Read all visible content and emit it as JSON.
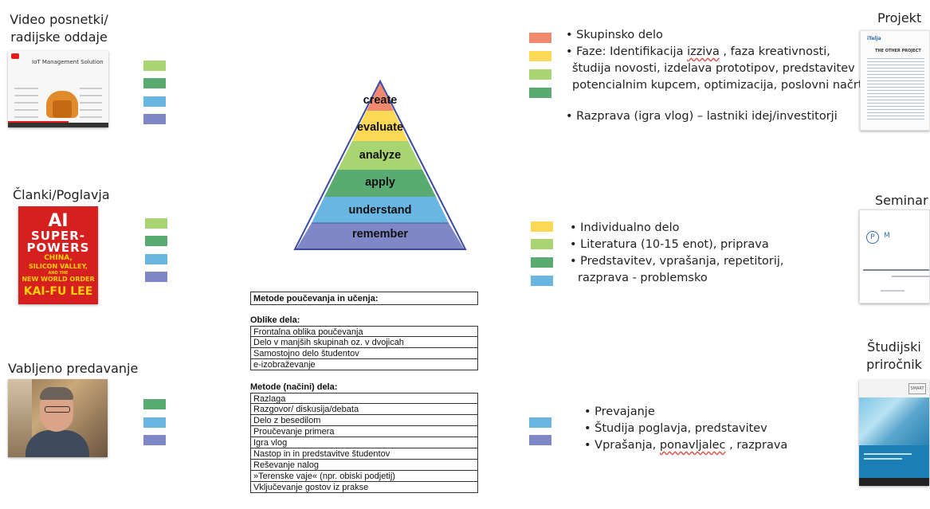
{
  "left": {
    "video_label": [
      "Video posnetki/",
      "radijske oddaje"
    ],
    "video_thumb": {
      "title": "IoT Management Solution"
    },
    "articles_label": "Članki/Poglavja",
    "book": {
      "ai": "AI",
      "super": "SUPER-",
      "powers": "POWERS",
      "sub1": "CHINA,",
      "sub2": "SILICON VALLEY,",
      "sub3": "AND THE",
      "sub4": "NEW WORLD ORDER",
      "author": "KAI-FU LEE"
    },
    "guest_label": "Vabljeno predavanje"
  },
  "colors": {
    "create": "#f08a6e",
    "evaluate": "#fbd957",
    "analyze": "#a8d472",
    "apply": "#5aab72",
    "understand": "#6ab6e2",
    "remember": "#7f87c6"
  },
  "pyramid": {
    "levels": [
      "create",
      "evaluate",
      "analyze",
      "apply",
      "understand",
      "remember"
    ]
  },
  "right": {
    "projekt_label": "Projekt",
    "projekt_doc": {
      "logo": "iTelja",
      "heading": "THE OTHER PROJECT"
    },
    "seminar_label": "Seminar",
    "seminar_doc": {
      "p": "P",
      "m": "M"
    },
    "prirocnik_label": [
      "Študijski",
      "priročnik"
    ],
    "prirocnik_doc": {
      "logo": "SMART"
    }
  },
  "bullets_top": {
    "line1": "• Skupinsko delo",
    "line2a": "• Faze: Identifikacija ",
    "line2u": "izziva",
    "line2b": " , faza kreativnosti,",
    "line3": "študija novosti, izdelava prototipov, predstavitev",
    "line4": "potencialnim kupcem, optimizacija, poslovni načrt",
    "line5": "• Razprava (igra vlog) – lastniki idej/investitorji"
  },
  "bullets_mid": {
    "line1": "• Individualno delo",
    "line2": "• Literatura (10-15 enot), priprava",
    "line3": "• Predstavitev, vprašanja, repetitorij,",
    "line4": "razprava - problemsko"
  },
  "bullets_bottom": {
    "line1": "• Prevajanje",
    "line2": "• Študija poglavja, predstavitev",
    "line3a": "• Vprašanja, ",
    "line3u": "ponavljalec",
    "line3b": " , razprava"
  },
  "table": {
    "title": "Metode poučevanja in učenja:",
    "forms_heading": "Oblike dela:",
    "forms": [
      "Frontalna oblika poučevanja",
      "Delo v manjših skupinah oz. v dvojicah",
      "Samostojno delo študentov",
      "e-izobraževanje"
    ],
    "methods_heading": "Metode (načini) dela:",
    "methods": [
      "Razlaga",
      "Razgovor/ diskusija/debata",
      "Delo z besedilom",
      "Proučevanje primera",
      "Igra vlog",
      "Nastop in in predstavitve študentov",
      "Reševanje nalog",
      "»Terenske vaje« (npr. obiski podjetij)",
      "Vključevanje gostov iz prakse"
    ]
  }
}
